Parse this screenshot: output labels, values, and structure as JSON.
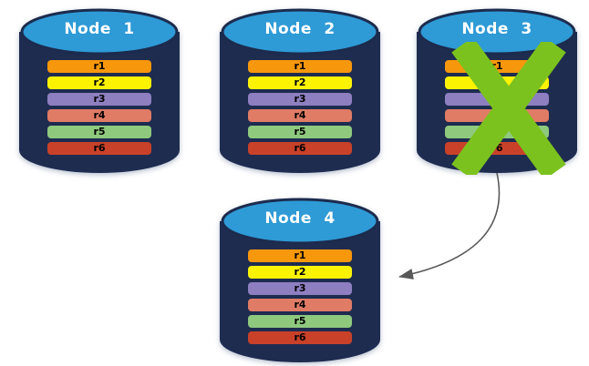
{
  "nodes": [
    {
      "title": "Node 1",
      "failed": false
    },
    {
      "title": "Node 2",
      "failed": false
    },
    {
      "title": "Node 3",
      "failed": true
    },
    {
      "title": "Node 4",
      "failed": false
    }
  ],
  "records": [
    {
      "label": "r1",
      "color": "#F7970C"
    },
    {
      "label": "r2",
      "color": "#FCF303"
    },
    {
      "label": "r3",
      "color": "#8E7FC0"
    },
    {
      "label": "r4",
      "color": "#E07B65"
    },
    {
      "label": "r5",
      "color": "#8FC97E"
    },
    {
      "label": "r6",
      "color": "#C94129"
    }
  ],
  "colors": {
    "cylinder_body": "#1E2C50",
    "cylinder_top": "#2E9AD6",
    "failure_x": "#7CC21E",
    "arrow": "#595959"
  }
}
